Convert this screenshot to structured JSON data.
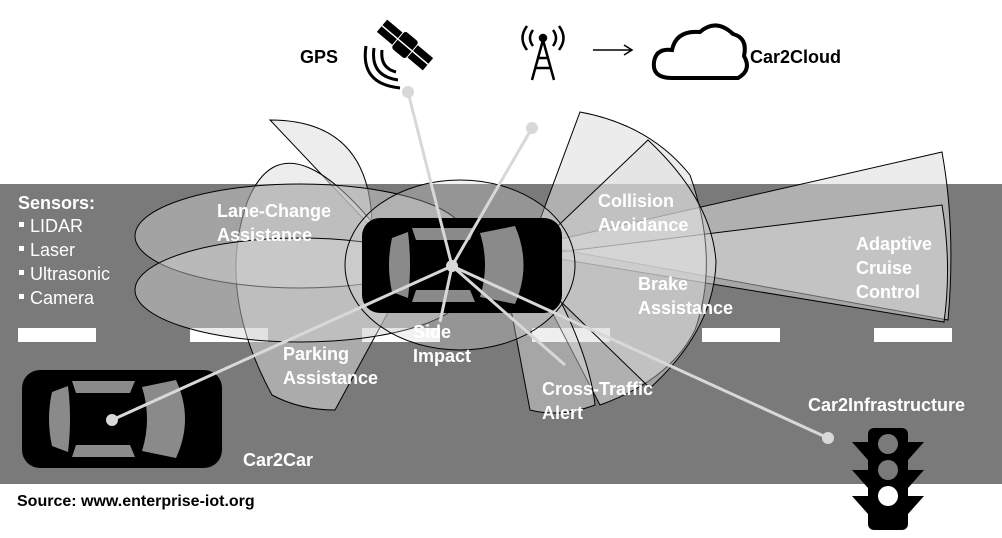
{
  "sensors": {
    "title": "Sensors:",
    "items": [
      "LIDAR",
      "Laser",
      "Ultrasonic",
      "Camera"
    ]
  },
  "labels": {
    "gps": "GPS",
    "car2cloud": "Car2Cloud",
    "lane_change": [
      "Lane-Change",
      "Assistance"
    ],
    "collision": [
      "Collision",
      "Avoidance"
    ],
    "adaptive": [
      "Adaptive",
      "Cruise",
      "Control"
    ],
    "brake": [
      "Brake",
      "Assistance"
    ],
    "side_impact": [
      "Side",
      "Impact"
    ],
    "parking": [
      "Parking",
      "Assistance"
    ],
    "cross_traffic": [
      "Cross-Traffic",
      "Alert"
    ],
    "car2infrastructure": "Car2Infrastructure",
    "car2car": "Car2Car"
  },
  "source": "Source: www.enterprise-iot.org",
  "colors": {
    "road": "#7a7a7a",
    "lane_marking": "#ffffff",
    "zone_fill": "#d6d6d6",
    "zone_stroke": "#000000",
    "link_line": "#d8d8d8",
    "car": "#000000"
  },
  "icons": [
    "satellite-icon",
    "antenna-tower-icon",
    "arrow-right-icon",
    "cloud-icon",
    "traffic-light-icon",
    "car-icon"
  ]
}
